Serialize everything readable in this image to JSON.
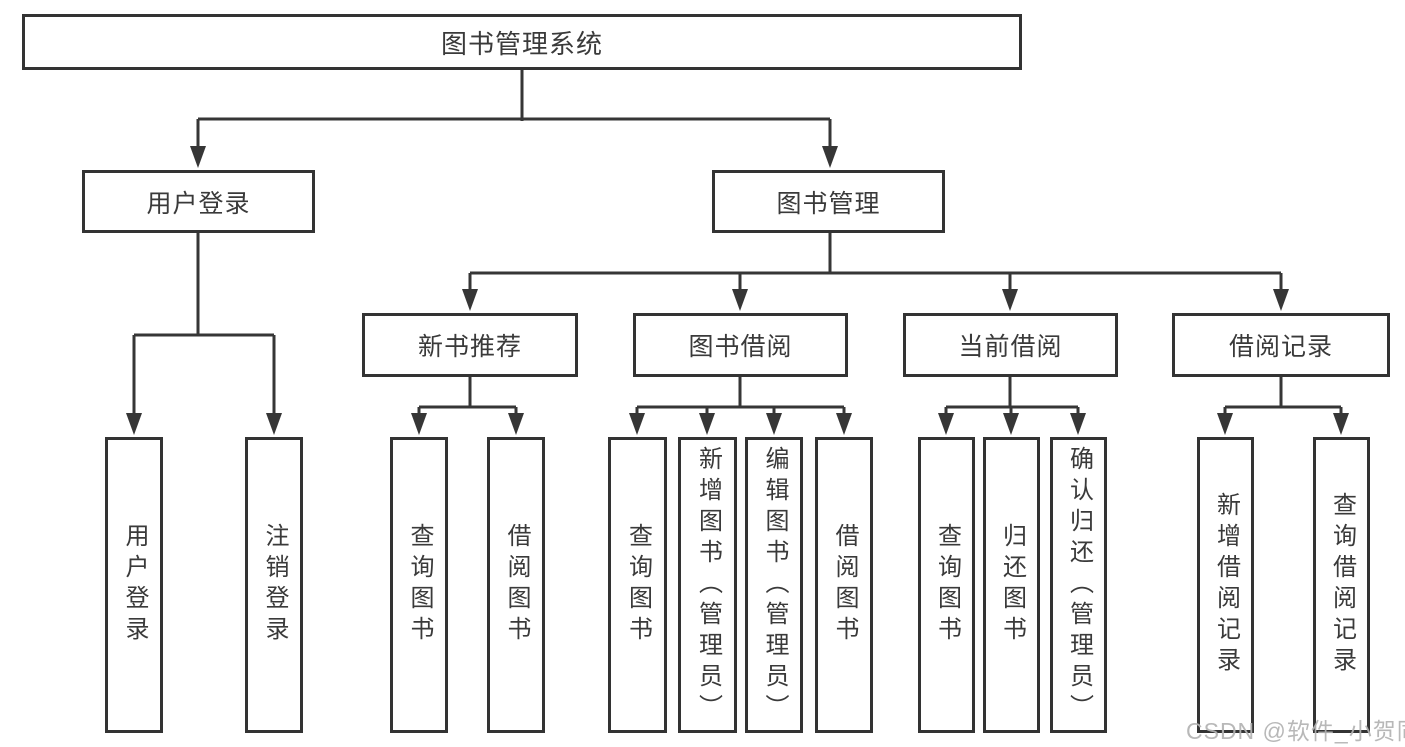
{
  "tree": {
    "root": {
      "label": "图书管理系统",
      "children": [
        {
          "label": "用户登录",
          "children": [
            {
              "label": "用户登录"
            },
            {
              "label": "注销登录"
            }
          ]
        },
        {
          "label": "图书管理",
          "children": [
            {
              "label": "新书推荐",
              "children": [
                {
                  "label": "查询图书"
                },
                {
                  "label": "借阅图书"
                }
              ]
            },
            {
              "label": "图书借阅",
              "children": [
                {
                  "label": "查询图书"
                },
                {
                  "label": "新增图书（管理员）"
                },
                {
                  "label": "编辑图书（管理员）"
                },
                {
                  "label": "借阅图书"
                }
              ]
            },
            {
              "label": "当前借阅",
              "children": [
                {
                  "label": "查询图书"
                },
                {
                  "label": "归还图书"
                },
                {
                  "label": "确认归还（管理员）"
                }
              ]
            },
            {
              "label": "借阅记录",
              "children": [
                {
                  "label": "新增借阅记录"
                },
                {
                  "label": "查询借阅记录"
                }
              ]
            }
          ]
        }
      ]
    }
  },
  "colors": {
    "line": "#363636",
    "border": "#333333",
    "text": "#3a3a3a",
    "watermark": "#b3b3b3"
  },
  "watermark": "CSDN @软件_小贺同学"
}
